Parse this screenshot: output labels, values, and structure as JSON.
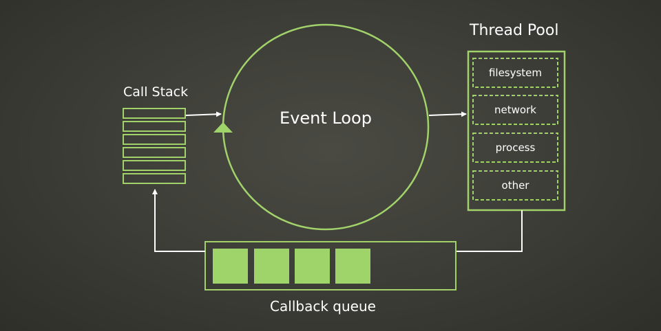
{
  "call_stack": {
    "title": "Call Stack"
  },
  "event_loop": {
    "label": "Event Loop"
  },
  "thread_pool": {
    "title": "Thread Pool",
    "items": [
      {
        "label": "filesystem"
      },
      {
        "label": "network"
      },
      {
        "label": "process"
      },
      {
        "label": "other"
      }
    ]
  },
  "callback_queue": {
    "title": "Callback queue"
  },
  "colors": {
    "accent": "#a2d36a",
    "accent_fill": "#9fd46b",
    "arrow": "#ffffff",
    "background": "#3f3f39",
    "text": "#ffffff"
  }
}
